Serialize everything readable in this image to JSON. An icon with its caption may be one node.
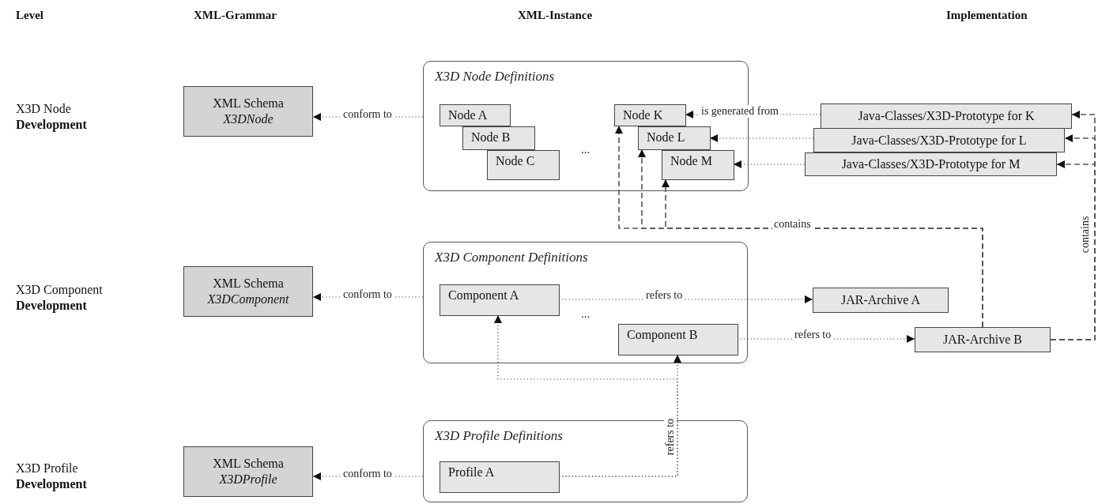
{
  "diagram": {
    "nodes": [
      {
        "text": [
          "XML Schema",
          "X3DNode"
        ]
      },
      {
        "text": [
          "X3D Node Definitions"
        ]
      },
      {
        "text": [
          "Node A"
        ],
        "in": 1
      },
      {
        "text": [
          "Node B"
        ],
        "in": 1
      },
      {
        "text": [
          "Node C"
        ],
        "in": 1
      },
      {
        "text": [
          "Node K"
        ],
        "in": 1
      },
      {
        "text": [
          "Node L"
        ],
        "in": 1
      },
      {
        "text": [
          "Node M"
        ],
        "in": 1
      },
      {
        "text": [
          "Java-Classes/X3D-Prototype for K"
        ]
      },
      {
        "text": [
          "Java-Classes/X3D-Prototype for L"
        ]
      },
      {
        "text": [
          "Java-Classes/X3D-Prototype for M"
        ]
      },
      {
        "text": [
          "XML Schema",
          "X3DComponent"
        ]
      },
      {
        "text": [
          "X3D Component Definitions"
        ]
      },
      {
        "text": [
          "Component A"
        ],
        "in": 12
      },
      {
        "text": [
          "Component B"
        ],
        "in": 12
      },
      {
        "text": [
          "JAR-Archive A"
        ]
      },
      {
        "text": [
          "JAR-Archive B"
        ]
      },
      {
        "text": [
          "XML Schema",
          "X3DProfile"
        ]
      },
      {
        "text": [
          "X3D Profile Definitions"
        ]
      },
      {
        "text": [
          "Profile A"
        ],
        "in": 18
      }
    ],
    "edges": [
      {
        "from": 1,
        "to": 0,
        "arrow": "to",
        "label": "conform to"
      },
      {
        "from": 8,
        "to": 5,
        "arrow": "to",
        "label": "is generated from"
      },
      {
        "from": 9,
        "to": 6,
        "arrow": "to"
      },
      {
        "from": 10,
        "to": 7,
        "arrow": "to"
      },
      {
        "from": 16,
        "to": 5,
        "arrow": "to",
        "style": "dashed",
        "label": "contains"
      },
      {
        "from": 16,
        "to": 6,
        "arrow": "to",
        "style": "dashed"
      },
      {
        "from": 16,
        "to": 7,
        "arrow": "to",
        "style": "dashed"
      },
      {
        "from": 16,
        "to": 8,
        "arrow": "to",
        "style": "dashed",
        "label": "contains"
      },
      {
        "from": 16,
        "to": 9,
        "arrow": "to",
        "style": "dashed"
      },
      {
        "from": 16,
        "to": 10,
        "arrow": "to",
        "style": "dashed"
      },
      {
        "from": 12,
        "to": 11,
        "arrow": "to",
        "label": "conform to"
      },
      {
        "from": 13,
        "to": 15,
        "arrow": "to",
        "label": "refers to"
      },
      {
        "from": 14,
        "to": 16,
        "arrow": "to",
        "label": "refers to"
      },
      {
        "from": 19,
        "to": 14,
        "arrow": "to",
        "label": "refers to"
      },
      {
        "from": 19,
        "to": 13,
        "arrow": "to"
      },
      {
        "from": 18,
        "to": 17,
        "arrow": "to",
        "label": "conform to"
      }
    ],
    "labels": [
      "Level",
      "XML-Grammar",
      "XML-Instance",
      "Implementation",
      "X3D Node **Development**",
      "...",
      "X3D Component **Development**",
      "...",
      "X3D Profile **Development**"
    ]
  }
}
